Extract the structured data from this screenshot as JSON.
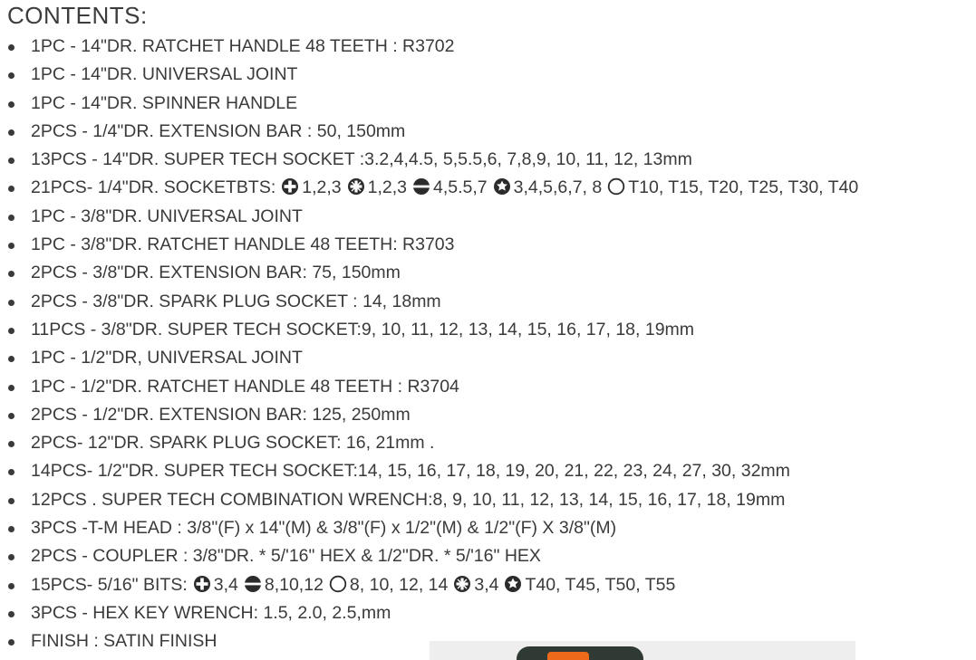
{
  "heading": "CONTENTS:",
  "items": [
    {
      "segments": [
        {
          "text": "1PC - 14\"DR. RATCHET HANDLE 48 TEETH : R3702"
        }
      ]
    },
    {
      "segments": [
        {
          "text": "1PC - 14\"DR. UNIVERSAL JOINT"
        }
      ]
    },
    {
      "segments": [
        {
          "text": "1PC - 14\"DR. SPINNER HANDLE"
        }
      ]
    },
    {
      "segments": [
        {
          "text": "2PCS - 1/4\"DR. EXTENSION BAR : 50, 150mm"
        }
      ]
    },
    {
      "segments": [
        {
          "text": "13PCS - 14\"DR. SUPER TECH SOCKET :3.2,4,4.5, 5,5.5,6, 7,8,9, 10, 11, 12, 13mm"
        }
      ]
    },
    {
      "segments": [
        {
          "text": "21PCS- 1/4\"DR. SOCKETBTS:"
        },
        {
          "icon": "phillips-bit-icon",
          "text": "1,2,3"
        },
        {
          "icon": "pozidriv-bit-icon",
          "text": "1,2,3"
        },
        {
          "icon": "slotted-bit-icon",
          "text": "4,5.5,7"
        },
        {
          "icon": "hex-bit-icon",
          "text": "3,4,5,6,7, 8"
        },
        {
          "icon": "torx-bit-icon",
          "text": "T10, T15, T20, T25, T30, T40"
        }
      ]
    },
    {
      "segments": [
        {
          "text": "1PC - 3/8\"DR. UNIVERSAL JOINT"
        }
      ]
    },
    {
      "segments": [
        {
          "text": "1PC - 3/8\"DR. RATCHET HANDLE 48 TEETH: R3703"
        }
      ]
    },
    {
      "segments": [
        {
          "text": "2PCS - 3/8\"DR. EXTENSION BAR: 75, 150mm"
        }
      ]
    },
    {
      "segments": [
        {
          "text": "2PCS - 3/8\"DR. SPARK PLUG SOCKET : 14, 18mm"
        }
      ]
    },
    {
      "segments": [
        {
          "text": "11PCS - 3/8\"DR. SUPER TECH SOCKET:9, 10, 11, 12, 13, 14, 15, 16, 17, 18, 19mm"
        }
      ]
    },
    {
      "segments": [
        {
          "text": "1PC - 1/2\"DR, UNIVERSAL JOINT"
        }
      ]
    },
    {
      "segments": [
        {
          "text": "1PC - 1/2\"DR. RATCHET HANDLE 48 TEETH : R3704"
        }
      ]
    },
    {
      "segments": [
        {
          "text": "2PCS - 1/2\"DR. EXTENSION BAR: 125, 250mm"
        }
      ]
    },
    {
      "segments": [
        {
          "text": "2PCS- 12\"DR. SPARK PLUG SOCKET: 16, 21mm ."
        }
      ]
    },
    {
      "segments": [
        {
          "text": "14PCS- 1/2\"DR. SUPER TECH SOCKET:14, 15, 16, 17, 18, 19, 20, 21, 22, 23, 24, 27, 30, 32mm"
        }
      ]
    },
    {
      "segments": [
        {
          "text": "12PCS . SUPER TECH COMBINATION WRENCH:8, 9, 10, 11, 12, 13, 14, 15, 16, 17, 18, 19mm"
        }
      ]
    },
    {
      "segments": [
        {
          "text": "3PCS -T-M HEAD : 3/8\"(F) x 14\"(M) & 3/8\"(F) x 1/2\"(M) & 1/2\"(F) X 3/8\"(M)"
        }
      ]
    },
    {
      "segments": [
        {
          "text": "2PCS - COUPLER : 3/8\"DR. * 5/'16\" HEX & 1/2\"DR. * 5/'16\" HEX"
        }
      ]
    },
    {
      "segments": [
        {
          "text": "15PCS- 5/16\" BITS:"
        },
        {
          "icon": "phillips-bit-icon",
          "text": "3,4"
        },
        {
          "icon": "slotted-bit-icon",
          "text": "8,10,12"
        },
        {
          "icon": "torx-bit-icon",
          "text": "8, 10, 12, 14"
        },
        {
          "icon": "pozidriv-bit-icon",
          "text": "3,4"
        },
        {
          "icon": "hex-bit-icon",
          "text": "T40, T45, T50, T55"
        }
      ]
    },
    {
      "segments": [
        {
          "text": "3PCS - HEX KEY WRENCH: 1.5, 2.0, 2.5,mm"
        }
      ]
    },
    {
      "segments": [
        {
          "text": "FINISH : SATIN FINISH"
        }
      ]
    }
  ],
  "colors": {
    "text": "#3a3a3a",
    "icon": "#2b2b2b",
    "product_case": "#2f3a35",
    "product_latch": "#ee6a1a"
  }
}
